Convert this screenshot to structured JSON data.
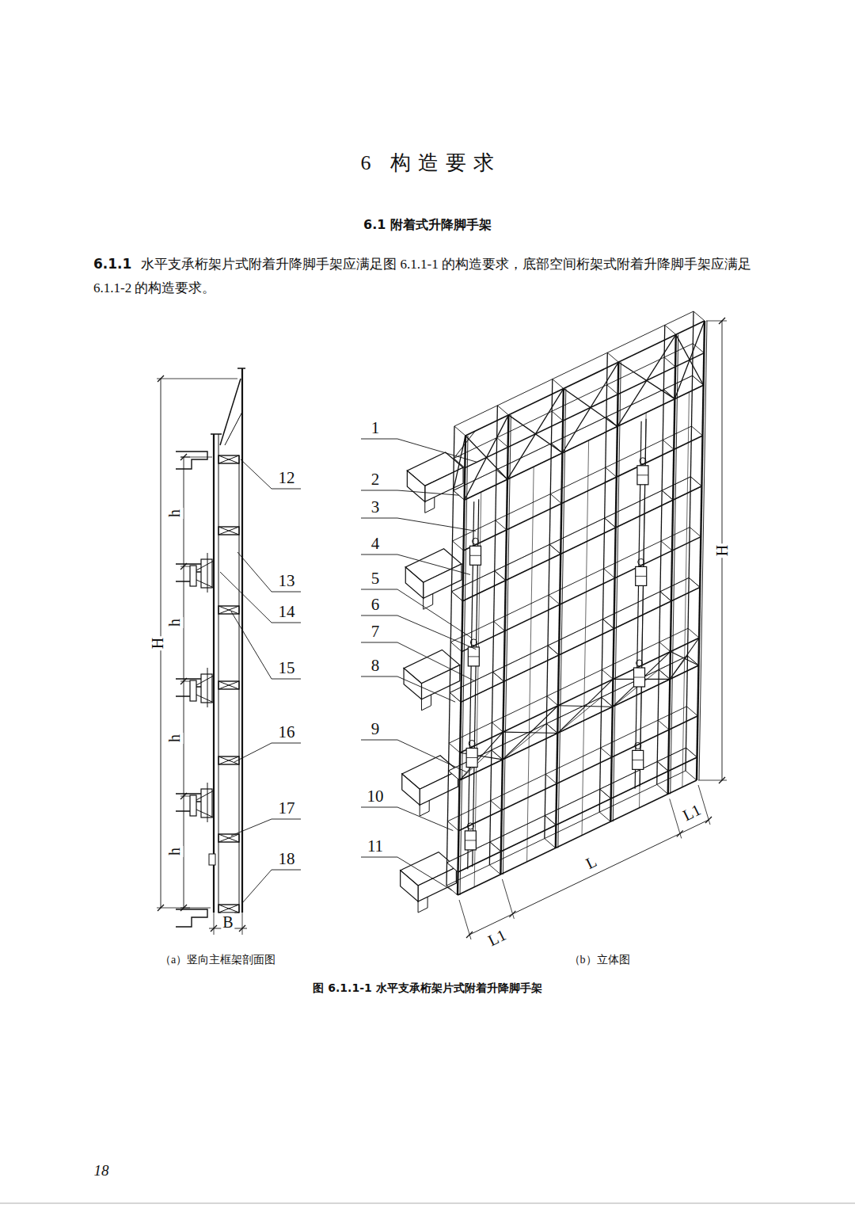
{
  "diagram": {
    "title": "6 构造要求",
    "caption": "图 6.1.1-1 水平支承桁架片式附着升降脚手架",
    "labels": [
      "6.1 附着式升降脚手架",
      "6.1.1",
      "水平支承桁架片式附着升降脚手架应满足图 6.1.1-1 的构造要求，底部空间桁架式附着升降脚手架应满足 6.1.1-2 的构造要求。",
      "12",
      "13",
      "14",
      "15",
      "16",
      "17",
      "18",
      "h",
      "h",
      "h",
      "h",
      "H",
      "B",
      "1",
      "2",
      "3",
      "4",
      "5",
      "6",
      "7",
      "8",
      "9",
      "10",
      "11",
      "H",
      "L1",
      "L",
      "L1",
      "（a）竖向主框架剖面图",
      "（b）立体图",
      "18"
    ]
  }
}
